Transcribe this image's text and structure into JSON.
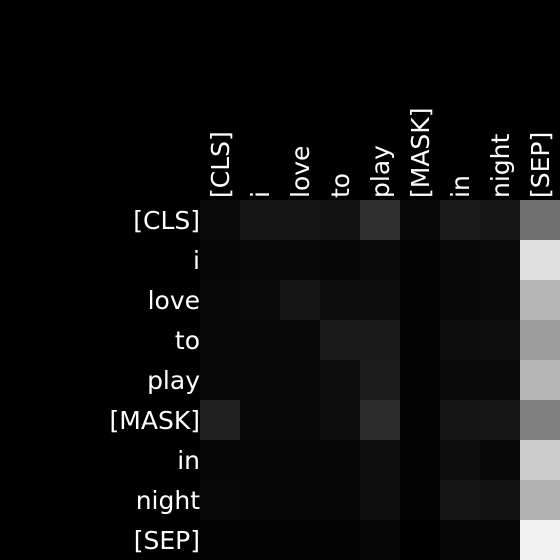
{
  "chart_data": {
    "type": "heatmap",
    "title": "",
    "xlabel": "",
    "ylabel": "",
    "x_tokens": [
      "[CLS]",
      "i",
      "love",
      "to",
      "play",
      "[MASK]",
      "in",
      "night",
      "[SEP]"
    ],
    "y_tokens": [
      "[CLS]",
      "i",
      "love",
      "to",
      "play",
      "[MASK]",
      "in",
      "night",
      "[SEP]"
    ],
    "value_range": [
      0,
      1
    ],
    "colormap": "grayscale (black = 0, white = 1)",
    "colors": {
      "background": "#000000",
      "label": "#ffffff"
    },
    "matrix": [
      [
        0.04,
        0.08,
        0.08,
        0.07,
        0.18,
        0.03,
        0.1,
        0.09,
        0.44
      ],
      [
        0.02,
        0.03,
        0.03,
        0.02,
        0.04,
        0.01,
        0.03,
        0.04,
        0.88
      ],
      [
        0.03,
        0.04,
        0.08,
        0.05,
        0.05,
        0.01,
        0.03,
        0.04,
        0.71
      ],
      [
        0.03,
        0.03,
        0.03,
        0.1,
        0.1,
        0.01,
        0.05,
        0.06,
        0.62
      ],
      [
        0.03,
        0.03,
        0.03,
        0.05,
        0.11,
        0.01,
        0.04,
        0.04,
        0.71
      ],
      [
        0.12,
        0.03,
        0.03,
        0.05,
        0.17,
        0.01,
        0.08,
        0.09,
        0.5
      ],
      [
        0.02,
        0.02,
        0.02,
        0.02,
        0.06,
        0.01,
        0.05,
        0.03,
        0.8
      ],
      [
        0.03,
        0.02,
        0.02,
        0.02,
        0.06,
        0.01,
        0.08,
        0.07,
        0.69
      ],
      [
        0.01,
        0.01,
        0.01,
        0.01,
        0.02,
        0.0,
        0.02,
        0.02,
        0.95
      ]
    ]
  }
}
